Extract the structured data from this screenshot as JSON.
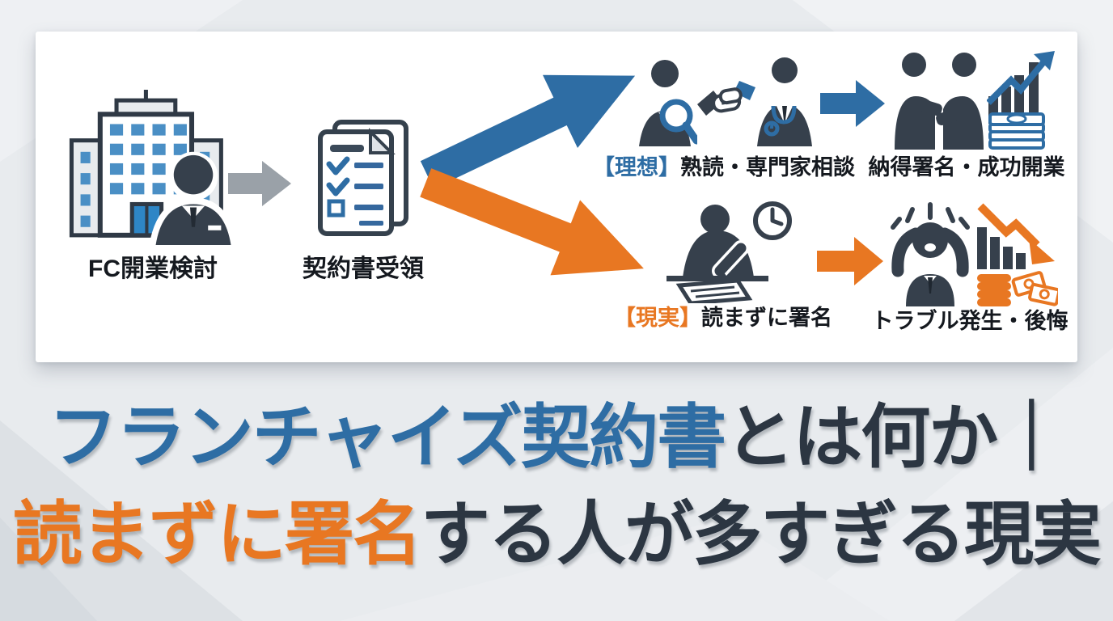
{
  "colors": {
    "blue_accent": "#2e6da4",
    "orange_accent": "#e87722",
    "dark_slate": "#36404c",
    "title_dark": "#2c3642",
    "gray_arrow": "#9aa1a8",
    "panel_bg": "#ffffff",
    "page_bg": "#e8ebee"
  },
  "diagram": {
    "steps": [
      {
        "label": "FC開業検討"
      },
      {
        "label": "契約書受領"
      }
    ],
    "ideal": {
      "prefix": "【理想】",
      "label": "熟読・専門家相談",
      "outcome": "納得署名・成功開業"
    },
    "reality": {
      "prefix": "【現実】",
      "label": "読まずに署名",
      "outcome": "トラブル発生・後悔"
    }
  },
  "title": {
    "line1_highlight": "フランチャイズ契約書",
    "line1_rest": "とは何か｜",
    "line2_highlight": "読まずに署名",
    "line2_rest": "する人が多すぎる現実"
  }
}
